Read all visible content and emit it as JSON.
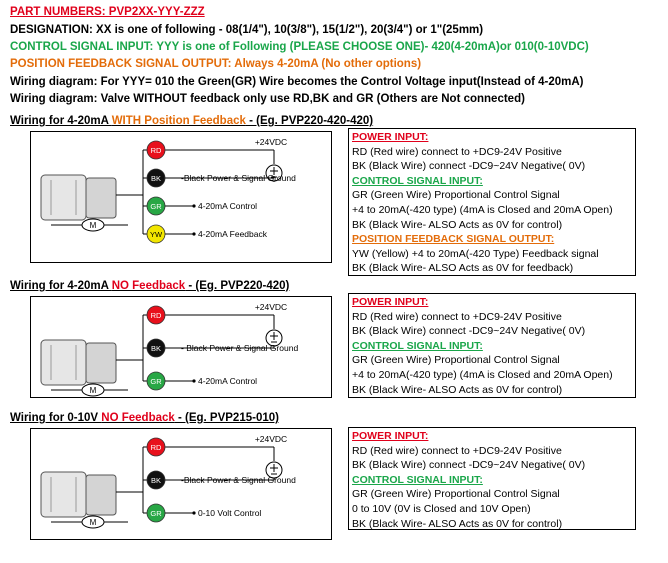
{
  "header": {
    "part_numbers": "PART NUMBERS: PVP2XX-YYY-ZZZ",
    "designation": "DESIGNATION: XX is one of following -  08(1/4\"), 10(3/8\"), 15(1/2\"), 20(3/4\") or 1\"(25mm)",
    "control_input": "CONTROL SIGNAL INPUT: YYY is one of Following (PLEASE CHOOSE ONE)- 420(4-20mA)or 010(0-10VDC)",
    "feedback_output": "POSITION FEEDBACK SIGNAL OUTPUT: Always 4-20mA (No other options)",
    "wiring_1": "Wiring diagram: For YYY= 010 the Green(GR) Wire becomes the  Control Voltage input(Instead of 4-20mA)",
    "wiring_2": "Wiring diagram: Valve WITHOUT feedback only use RD,BK and GR (Others are Not connected)"
  },
  "sections": [
    {
      "title_pre": "Wiring for 4-20mA ",
      "title_hl": "WITH Position Feedback",
      "title_post": " - (Eg. PVP220-420-420)",
      "diagram": {
        "supply": "+24VDC",
        "motor": "M",
        "wires": [
          {
            "code": "RD",
            "color": "#e8101c",
            "label": ""
          },
          {
            "code": "BK",
            "color": "#111111",
            "label": "-Black Power & Signal Ground"
          },
          {
            "code": "GR",
            "color": "#28a745",
            "label": "4-20mA Control"
          },
          {
            "code": "YW",
            "color": "#f2e600",
            "label": "4-20mA Feedback"
          }
        ]
      },
      "info": [
        {
          "type": "hd",
          "cls": "red",
          "text": "POWER INPUT:"
        },
        {
          "type": "txt",
          "text": "RD (Red wire) connect to +DC9-24V Positive"
        },
        {
          "type": "txt",
          "text": "BK (Black Wire) connect -DC9~24V Negative( 0V)"
        },
        {
          "type": "hd",
          "cls": "green",
          "text": "CONTROL SIGNAL INPUT:"
        },
        {
          "type": "txt",
          "text": "GR (Green Wire) Proportional Control Signal"
        },
        {
          "type": "txt",
          "text": "+4 to 20mA(-420 type) (4mA is Closed and 20mA Open)"
        },
        {
          "type": "txt",
          "text": "BK (Black Wire- ALSO Acts as 0V for control)"
        },
        {
          "type": "hd",
          "cls": "orange",
          "text": "POSITION FEEDBACK SIGNAL OUTPUT:"
        },
        {
          "type": "txt",
          "text": "YW (Yellow)  +4 to 20mA(-420 Type) Feedback signal"
        },
        {
          "type": "txt",
          "text": "BK (Black Wire- ALSO Acts as 0V for feedback)"
        }
      ]
    },
    {
      "title_pre": "Wiring for 4-20mA ",
      "title_hl": "NO Feedback",
      "title_post": " - (Eg. PVP220-420)",
      "diagram": {
        "supply": "+24VDC",
        "motor": "M",
        "wires": [
          {
            "code": "RD",
            "color": "#e8101c",
            "label": ""
          },
          {
            "code": "BK",
            "color": "#111111",
            "label": "-  Black Power & Signal Ground"
          },
          {
            "code": "GR",
            "color": "#28a745",
            "label": "4-20mA Control"
          }
        ]
      },
      "info": [
        {
          "type": "hd",
          "cls": "red",
          "text": "POWER INPUT:"
        },
        {
          "type": "txt",
          "text": "RD (Red wire) connect to +DC9-24V Positive"
        },
        {
          "type": "txt",
          "text": "BK (Black Wire) connect -DC9~24V Negative( 0V)"
        },
        {
          "type": "hd",
          "cls": "green",
          "text": "CONTROL SIGNAL INPUT:"
        },
        {
          "type": "txt",
          "text": "GR (Green Wire) Proportional Control Signal"
        },
        {
          "type": "txt",
          "text": "+4 to 20mA(-420 type) (4mA is Closed and 20mA Open)"
        },
        {
          "type": "txt",
          "text": "BK (Black Wire- ALSO Acts as 0V for control)"
        }
      ]
    },
    {
      "title_pre": "Wiring for 0-10V ",
      "title_hl": "NO Feedback",
      "title_post": " - (Eg. PVP215-010)",
      "diagram": {
        "supply": "+24VDC",
        "motor": "M",
        "wires": [
          {
            "code": "RD",
            "color": "#e8101c",
            "label": ""
          },
          {
            "code": "BK",
            "color": "#111111",
            "label": "-Black Power & Signal Ground"
          },
          {
            "code": "GR",
            "color": "#28a745",
            "label": "0-10 Volt Control"
          }
        ]
      },
      "info": [
        {
          "type": "hd",
          "cls": "red",
          "text": "POWER INPUT:"
        },
        {
          "type": "txt",
          "text": "RD (Red wire) connect to +DC9-24V Positive"
        },
        {
          "type": "txt",
          "text": "BK (Black Wire) connect -DC9~24V Negative( 0V)"
        },
        {
          "type": "hd",
          "cls": "green",
          "text": "CONTROL SIGNAL INPUT:"
        },
        {
          "type": "txt",
          "text": "GR (Green Wire) Proportional Control Signal"
        },
        {
          "type": "txt",
          "text": "0 to 10V (0V is Closed and 10V Open)"
        },
        {
          "type": "txt",
          "text": "BK (Black Wire- ALSO Acts as 0V for control)"
        }
      ]
    }
  ]
}
